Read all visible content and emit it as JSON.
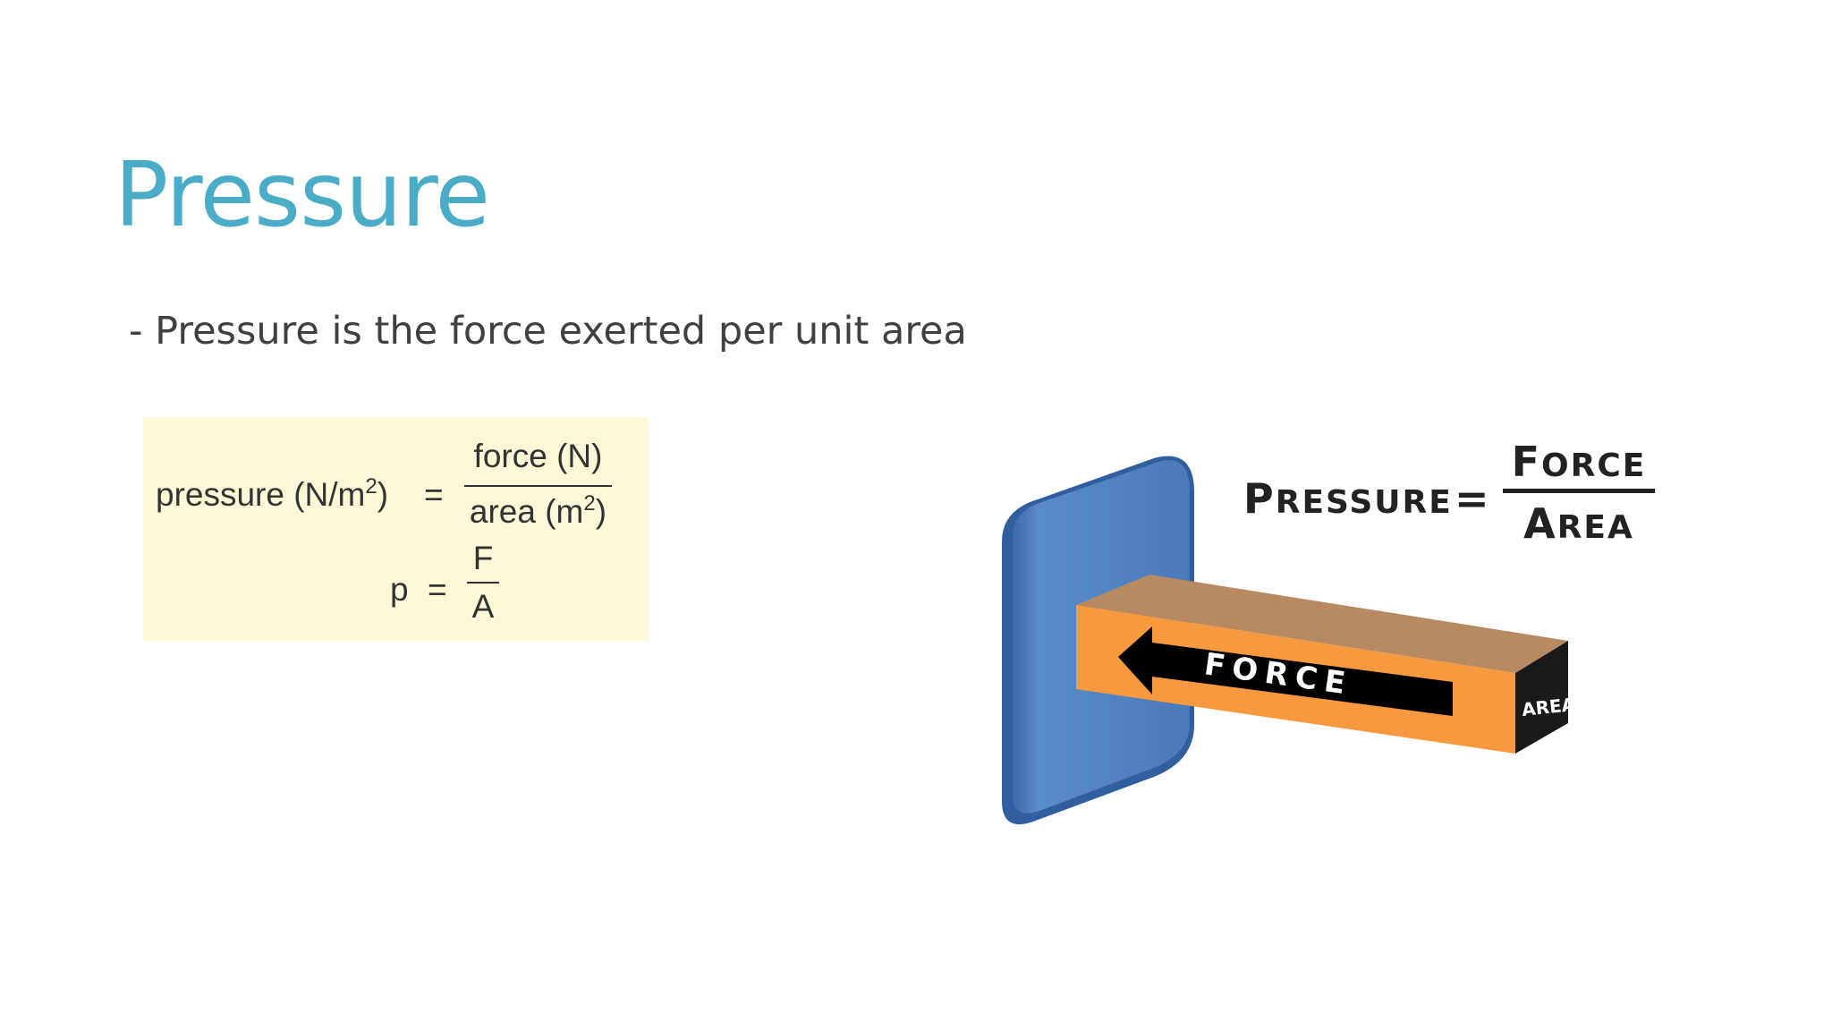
{
  "slide": {
    "title": "Pressure",
    "bullet": "- Pressure is the force exerted per unit area"
  },
  "formula": {
    "lhs": "pressure (N/m",
    "lhs_sup": "2",
    "lhs_close": ")",
    "equals": "=",
    "numerator": "force (N)",
    "denominator": "area (m",
    "denominator_sup": "2",
    "denominator_close": ")",
    "short_lhs": "p",
    "short_numerator": "F",
    "short_denominator": "A",
    "box_color": "#fdf8d8"
  },
  "diagram": {
    "eq_pressure_first": "P",
    "eq_pressure_rest": "RESSURE",
    "eq_equals": "=",
    "eq_force_first": "F",
    "eq_force_rest": "ORCE",
    "eq_area_first": "A",
    "eq_area_rest": "REA",
    "arrow_label": "FORCE",
    "end_label": "AREA",
    "wall_color": "#4a7ab8",
    "bar_color": "#f6993f",
    "arrow_color": "#000000"
  }
}
